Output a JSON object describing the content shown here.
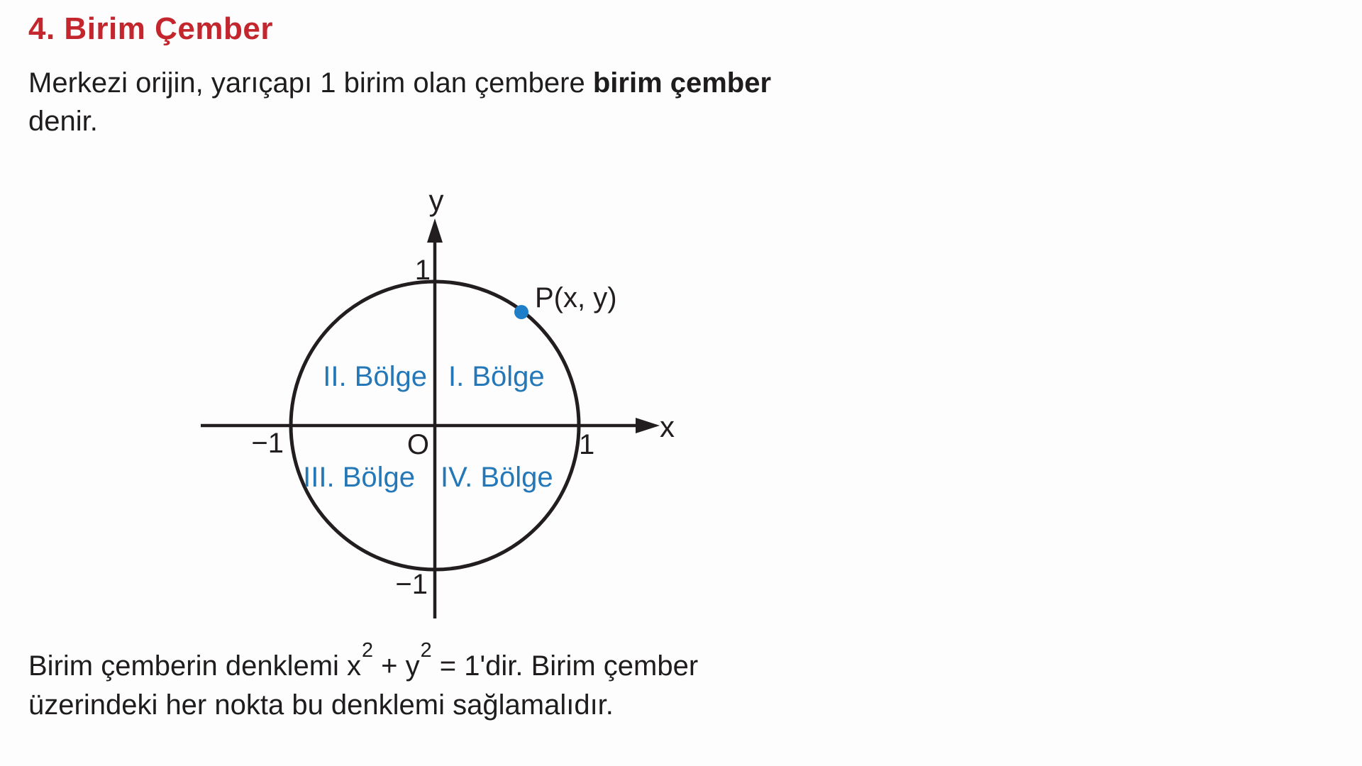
{
  "heading": {
    "number_and_title": "4. Birim Çember"
  },
  "intro_paragraph": {
    "before_bold": "Merkezi orijin, yarıçapı 1 birim olan çembere ",
    "bold": "birim çember",
    "after_bold": " denir."
  },
  "diagram": {
    "y_axis_label": "y",
    "x_axis_label": "x",
    "y_tick_top": "1",
    "y_tick_bottom": "−1",
    "x_tick_left": "−1",
    "x_tick_right": "1",
    "origin_label": "O",
    "point_label": "P(x, y)",
    "quadrants": {
      "q1": "I. Bölge",
      "q2": "II. Bölge",
      "q3": "III. Bölge",
      "q4": "IV. Bölge"
    },
    "colors": {
      "quadrant_text": "#2478b8",
      "point": "#1e7ec8",
      "stroke": "#221e1f"
    }
  },
  "equation_paragraph": {
    "part1": "Birim çemberin denklemi x",
    "sup1": "2",
    "part2": " + y",
    "sup2": "2",
    "part3": " = 1'dir. Birim çember üzerindeki her nokta bu denklemi sağlamalıdır."
  },
  "colors": {
    "heading": "#c3262c",
    "text": "#1f1c1d",
    "background": "#fdfdfd"
  }
}
